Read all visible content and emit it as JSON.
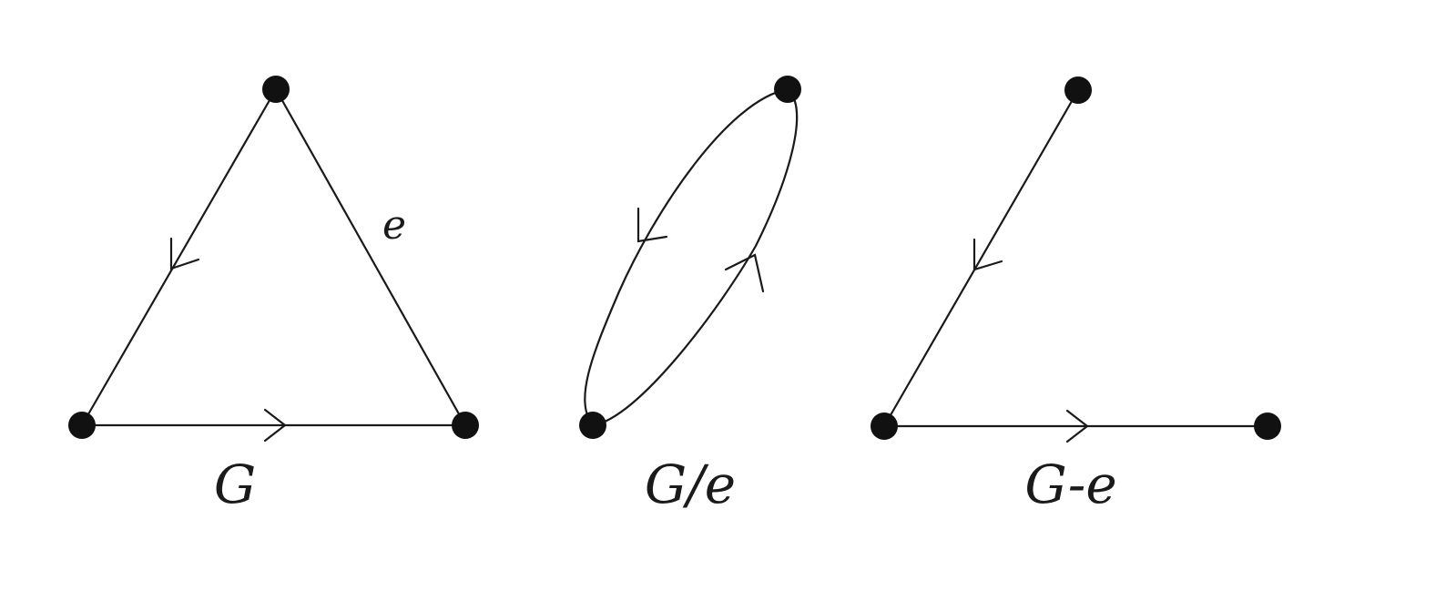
{
  "colors": {
    "ink": "#1a1a1a",
    "vertex": "#111111",
    "background": "#ffffff"
  },
  "panels": [
    {
      "caption": "G",
      "edge_label": "e"
    },
    {
      "caption": "G/e"
    },
    {
      "caption": "G-e"
    }
  ]
}
